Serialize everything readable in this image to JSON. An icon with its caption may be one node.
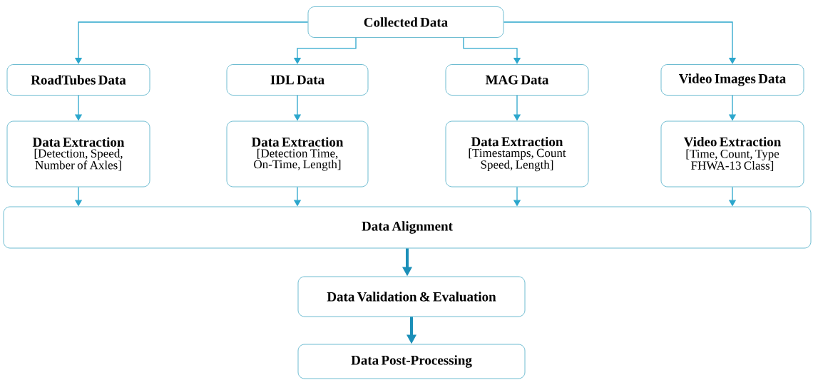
{
  "diagram": {
    "nodes": [
      {
        "text": [
          "Collected Data"
        ]
      },
      {
        "text": [
          "RoadTubes Data"
        ]
      },
      {
        "text": [
          "IDL Data"
        ]
      },
      {
        "text": [
          "MAG Data"
        ]
      },
      {
        "text": [
          "Video Images Data"
        ]
      },
      {
        "text": [
          "Data Extraction",
          "[Detection, Speed, Number of Axles]"
        ]
      },
      {
        "text": [
          "Data Extraction",
          "[Detection Time, On-Time, Length]"
        ]
      },
      {
        "text": [
          "Data Extraction",
          "[Timestamps, Count Speed, Length]"
        ]
      },
      {
        "text": [
          "Video Extraction",
          "[Time, Count, Type FHWA-13 Class]"
        ]
      },
      {
        "text": [
          "Data Alignment"
        ]
      },
      {
        "text": [
          "Data Validation & Evaluation"
        ]
      },
      {
        "text": [
          "Data Post-Processing"
        ]
      }
    ],
    "edges": [
      {
        "from": 0,
        "to": 1,
        "arrow": "to"
      },
      {
        "from": 0,
        "to": 2,
        "arrow": "to"
      },
      {
        "from": 0,
        "to": 3,
        "arrow": "to"
      },
      {
        "from": 0,
        "to": 4,
        "arrow": "to"
      },
      {
        "from": 1,
        "to": 5,
        "arrow": "to"
      },
      {
        "from": 2,
        "to": 6,
        "arrow": "to"
      },
      {
        "from": 3,
        "to": 7,
        "arrow": "to"
      },
      {
        "from": 4,
        "to": 8,
        "arrow": "to"
      },
      {
        "from": 5,
        "to": 9,
        "arrow": "to"
      },
      {
        "from": 6,
        "to": 9,
        "arrow": "to"
      },
      {
        "from": 7,
        "to": 9,
        "arrow": "to"
      },
      {
        "from": 8,
        "to": 9,
        "arrow": "to"
      },
      {
        "from": 9,
        "to": 10,
        "arrow": "to",
        "style": "thick",
        "color": "#1b8fb8"
      },
      {
        "from": 10,
        "to": 11,
        "arrow": "to",
        "style": "thick",
        "color": "#1b8fb8"
      }
    ]
  }
}
